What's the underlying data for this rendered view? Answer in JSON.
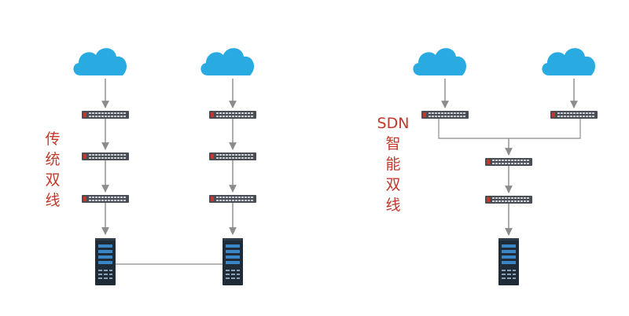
{
  "diagrams": [
    {
      "id": "traditional",
      "label_chars": [
        "传",
        "统",
        "双",
        "线"
      ],
      "devices": {
        "clouds": [
          "cloud-a",
          "cloud-b"
        ],
        "switches_per_column": 3,
        "servers": [
          "server-a",
          "server-b"
        ]
      },
      "link": "server-to-server"
    },
    {
      "id": "sdn",
      "label_chars": [
        "SDN",
        "智",
        "能",
        "双",
        "线"
      ],
      "devices": {
        "clouds": [
          "cloud-a",
          "cloud-b"
        ],
        "edge_switches": 2,
        "core_switches": 2,
        "servers": [
          "server-c"
        ]
      }
    }
  ],
  "colors": {
    "cloud": "#29abe2",
    "switch_body": "#4a4e54",
    "switch_ports": "#c8ccd0",
    "server_body": "#1f2b37",
    "server_drive": "#3a87c8",
    "arrow": "#8c8c8c",
    "label": "#c0392b"
  }
}
